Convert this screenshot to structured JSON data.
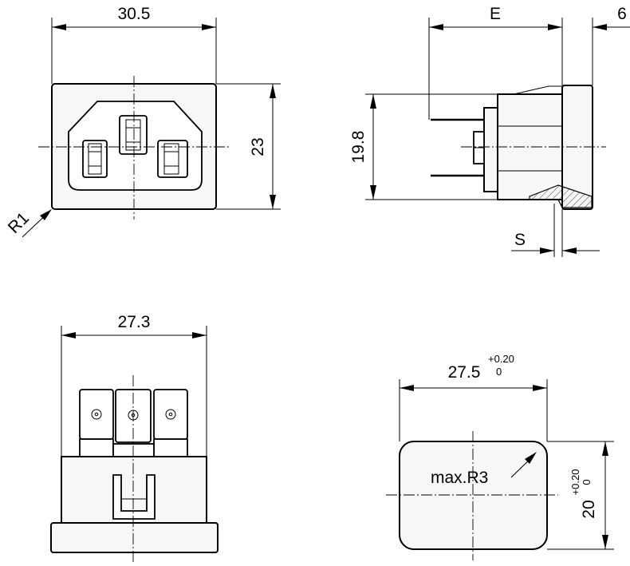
{
  "front_view": {
    "width_label": "30.5",
    "height_label": "23",
    "corner_label": "R1"
  },
  "side_view": {
    "depth_label": "E",
    "flange_label": "6",
    "height_label": "19.8",
    "panel_label": "S"
  },
  "rear_view": {
    "width_label": "27.3"
  },
  "cutout": {
    "width_label": "27.5",
    "width_tol_upper": "+0.20",
    "width_tol_lower": "0",
    "height_label": "20",
    "height_tol_upper": "+0.20",
    "height_tol_lower": "0",
    "radius_label": "max.R3"
  }
}
